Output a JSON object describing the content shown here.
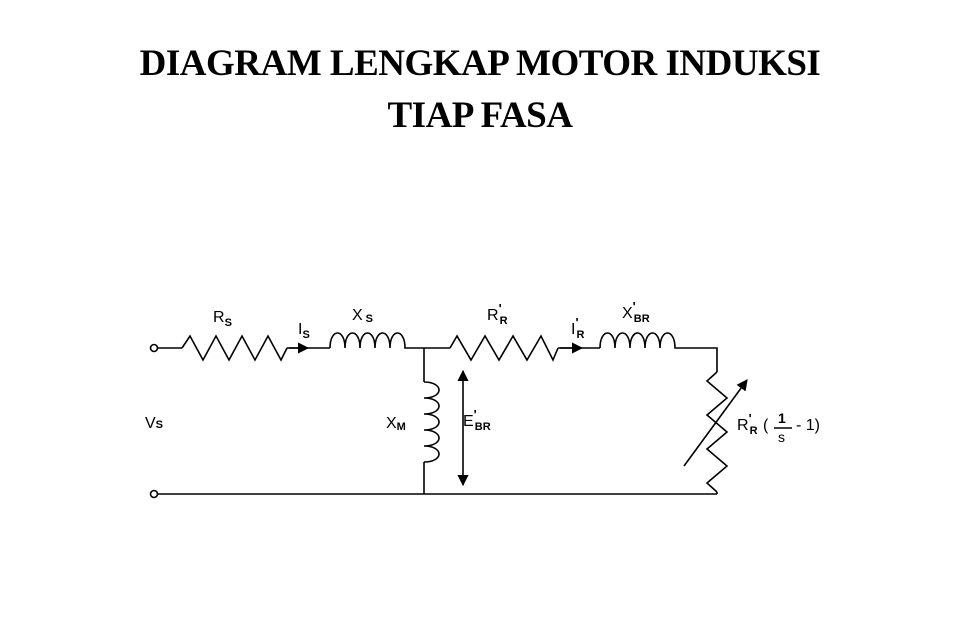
{
  "title": {
    "line1": "DIAGRAM LENGKAP MOTOR INDUKSI",
    "line2": "TIAP FASA"
  },
  "labels": {
    "rs": {
      "main": "R",
      "sub": "S"
    },
    "is": {
      "main": "I",
      "sub": "S"
    },
    "xs": {
      "main": "X",
      "sub": "S"
    },
    "rr": {
      "main": "R",
      "prime": "'",
      "sub": "R"
    },
    "ir": {
      "main": "I",
      "prime": "'",
      "sub": "R"
    },
    "xbr": {
      "main": "X",
      "prime": "'",
      "sub": "BR"
    },
    "vs": {
      "main": "V",
      "sub": "S"
    },
    "xm": {
      "main": "X",
      "sub": "M"
    },
    "ebr": {
      "main": "E",
      "prime": "'",
      "sub": "BR"
    },
    "rload": {
      "main": "R",
      "prime": "'",
      "sub": "R",
      "open": "(",
      "num": "1",
      "den": "s",
      "tail": "- 1)"
    }
  },
  "colors": {
    "line": "#000000",
    "background": "#ffffff"
  }
}
